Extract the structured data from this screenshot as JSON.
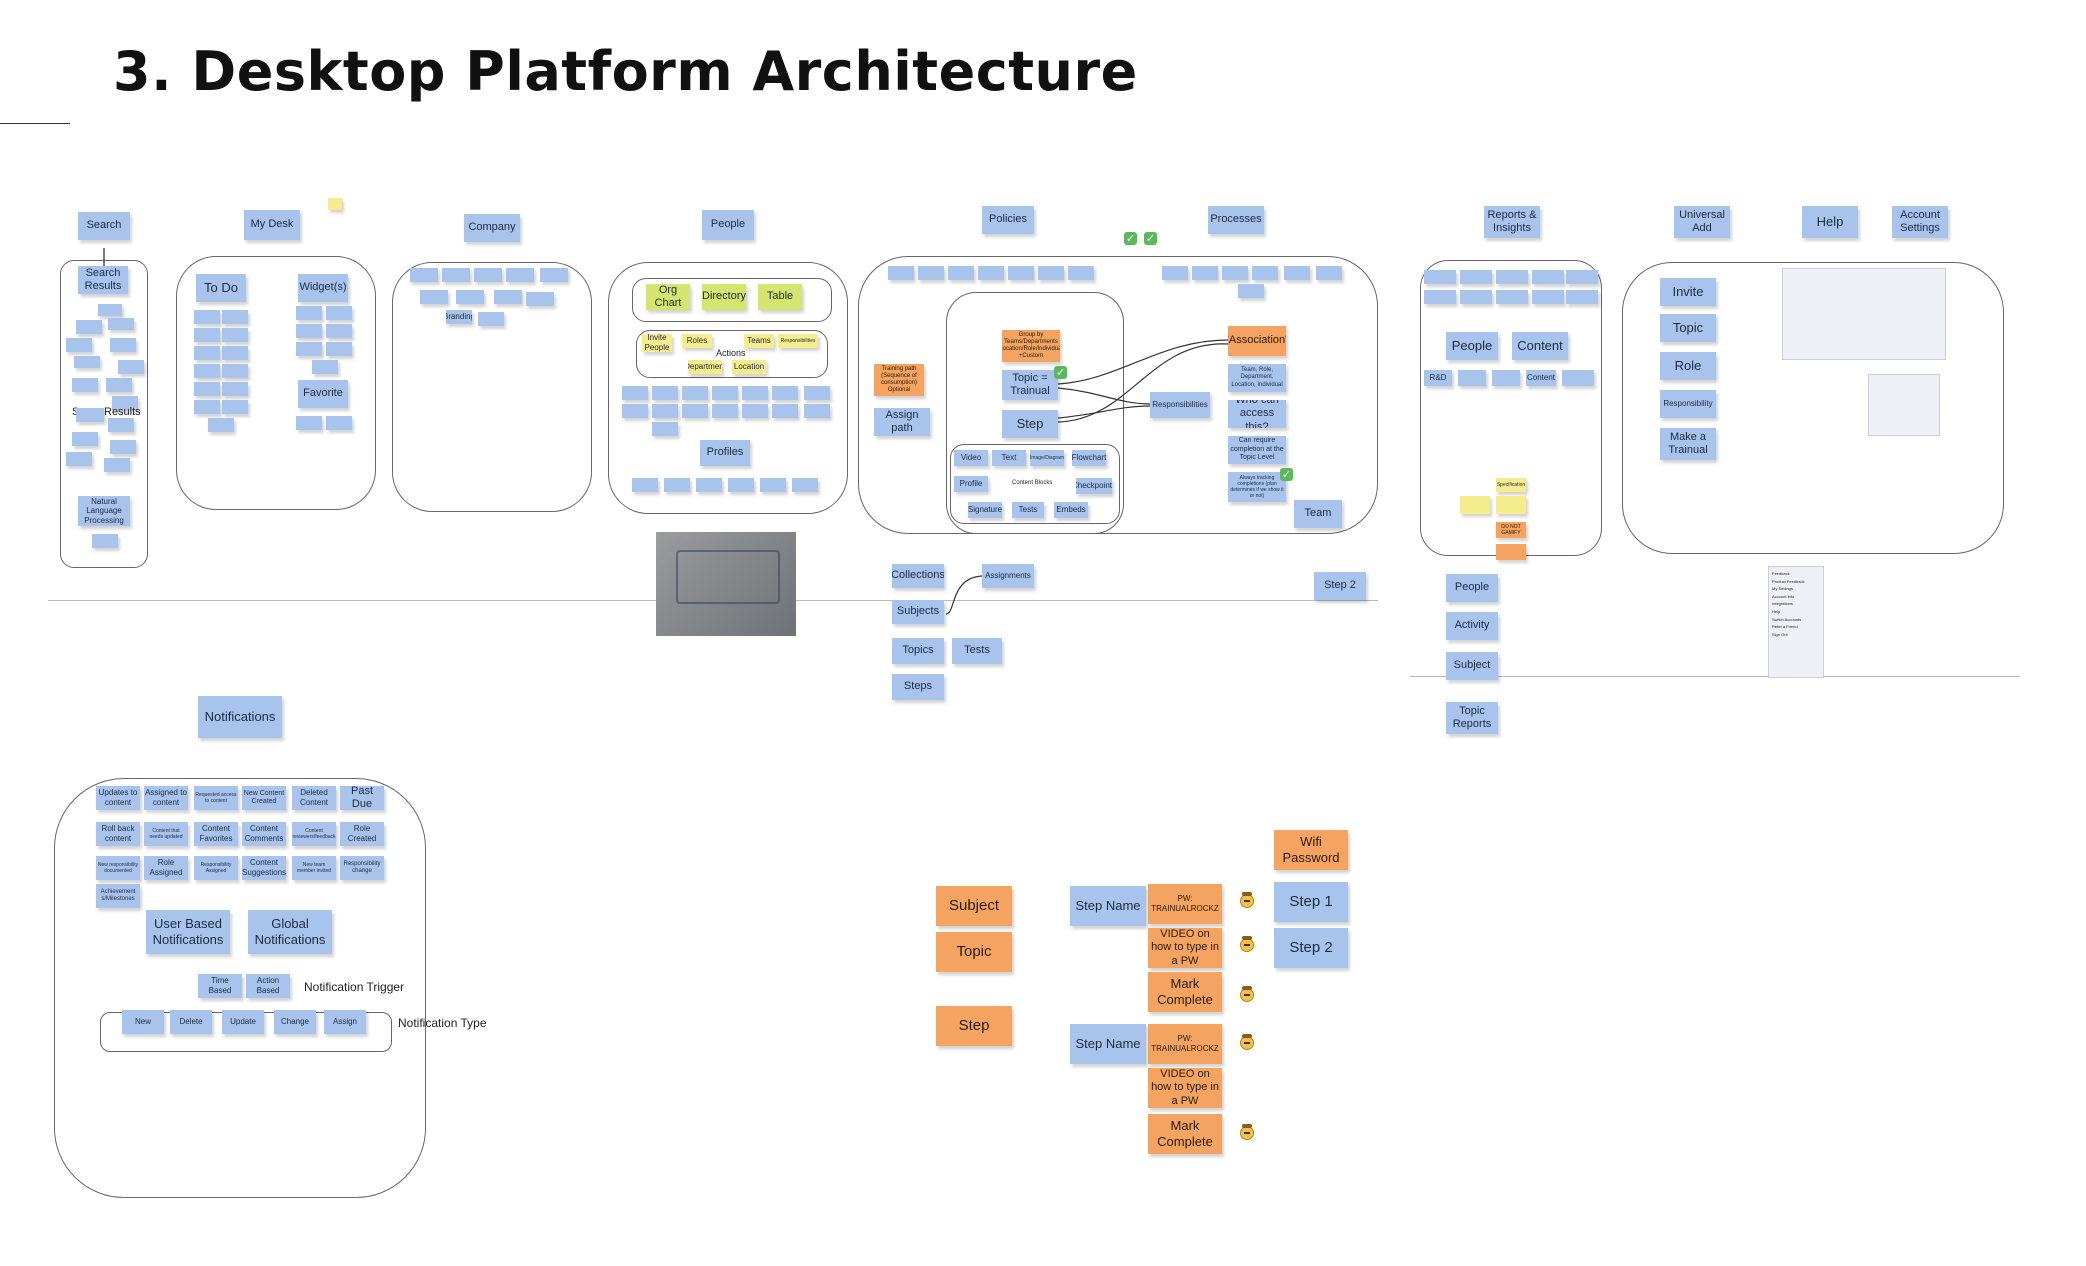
{
  "title": "3. Desktop Platform Architecture",
  "columns": {
    "search": "Search",
    "my_desk": "My Desk",
    "company": "Company",
    "people": "People",
    "policies": "Policies",
    "processes": "Processes",
    "reports": "Reports & Insights",
    "universal_add": "Universal Add",
    "help": "Help",
    "account_settings": "Account Settings",
    "notifications": "Notifications"
  },
  "search": {
    "results": "Search Results",
    "split_results_left": "S",
    "split_results_right": "Results",
    "nlp": "Natural Language Processing"
  },
  "my_desk": {
    "todo": "To Do",
    "widgets": "Widget(s)",
    "favorite": "Favorite"
  },
  "company": {
    "branding": "Branding"
  },
  "people": {
    "org_chart": "Org Chart",
    "directory": "Directory",
    "table": "Table",
    "invite_people": "Invite People",
    "roles": "Roles",
    "teams": "Teams",
    "responsibilities": "Responsibilities",
    "actions": "Actions",
    "department": "Department",
    "location": "Location",
    "profiles": "Profiles"
  },
  "policies": {
    "training_path": "Training path (Sequence of consumption) Optional",
    "assign_path": "Assign path",
    "group_by": "Group by Teams/Departments Location/Role/Individual +Custom",
    "topic_trainual": "Topic = Trainual",
    "step": "Step",
    "video": "Video",
    "text": "Text",
    "image_diagram": "Image/Diagram",
    "flowchart": "Flowchart",
    "profile": "Profile",
    "content_blocks": "Content Blocks",
    "checkpoints": "Checkpoints",
    "signature": "Signature",
    "tests": "Tests",
    "embeds": "Embeds",
    "responsibilities": "Responsibilities",
    "association": "\"Association\"",
    "team_role": "Team, Role, Department, Location, Individual",
    "who_access": "Who can access this?",
    "require_completion": "Can require completion at the Topic Level",
    "always_tracking": "Always tracking completions (plan determines if we show it or not)",
    "team": "Team",
    "step2": "Step 2"
  },
  "library": {
    "collections": "Collections",
    "assignments": "Assignments",
    "subjects": "Subjects",
    "topics": "Topics",
    "tests": "Tests",
    "steps": "Steps"
  },
  "reports": {
    "people": "People",
    "content": "Content",
    "r_and_d": "R&D",
    "content_small": "Content",
    "specification": "Specification",
    "do_not_gamify": "DO NOT GAMIFY",
    "people2": "People",
    "activity": "Activity",
    "subject": "Subject",
    "topic_reports": "Topic Reports"
  },
  "universal_add": {
    "invite": "Invite",
    "topic": "Topic",
    "role": "Role",
    "responsibility": "Responsibility",
    "make_trainual": "Make a Trainual"
  },
  "help_menu": {
    "items": [
      "Feedback",
      "Product Feedback",
      "My Settings",
      "Account Info",
      "Integrations",
      "Help",
      "Switch Accounts",
      "Refer a Friend",
      "Sign Out"
    ]
  },
  "notifications": {
    "row1": [
      "Updates to content",
      "Assigned to content",
      "Requested access to content",
      "New Content Created",
      "Deleted Content",
      "Past Due"
    ],
    "row2": [
      "Roll back content",
      "Content that needs updated",
      "Content Favorites",
      "Content Comments",
      "Content reviewers/feedback",
      "Role Created"
    ],
    "row3": [
      "New responsibility documented",
      "Role Assigned",
      "Responsibility Assigned",
      "Content Suggestions",
      "New team member invited",
      "Responsibility change"
    ],
    "row4": [
      "Achievement s/Milestones"
    ],
    "user_based": "User Based Notifications",
    "global": "Global Notifications",
    "time_based": "Time Based",
    "action_based": "Action Based",
    "trigger_label": "Notification Trigger",
    "types": [
      "New",
      "Delete",
      "Update",
      "Change",
      "Assign"
    ],
    "type_label": "Notification Type"
  },
  "hierarchy": {
    "subject": "Subject",
    "topic": "Topic",
    "step": "Step"
  },
  "example": {
    "step_name_1": "Step Name",
    "pw_1": "PW: TRAINUALROCKZ",
    "video_1": "VIDEO on how to type in a PW",
    "mark_1": "Mark Complete",
    "step_name_2": "Step Name",
    "pw_2": "PW: TRAINUALROCKZ",
    "video_2": "VIDEO on how to type in a PW",
    "mark_2": "Mark Complete",
    "wifi": "Wifi Password",
    "step1": "Step 1",
    "step2": "Step 2"
  },
  "colors": {
    "sticky_blue": "#a8c4ec",
    "sticky_orange": "#f4a460",
    "sticky_yellow": "#f5ec8c",
    "sticky_green": "#d5e670"
  }
}
